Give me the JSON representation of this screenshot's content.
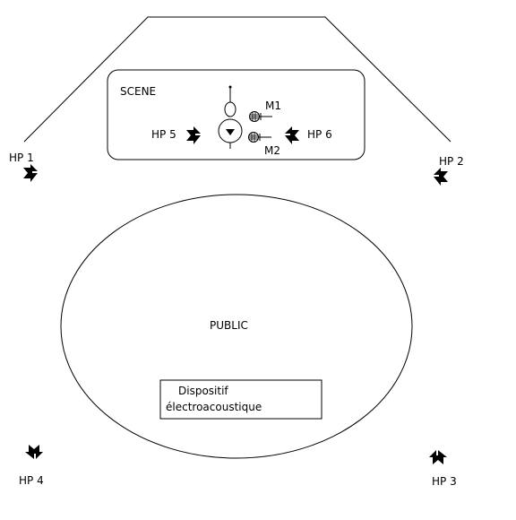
{
  "stage": {
    "label": "SCENE"
  },
  "audience": {
    "label": "PUBLIC"
  },
  "device": {
    "line1": "Dispositif",
    "line2": "électroacoustique"
  },
  "microphones": [
    {
      "id": "m1",
      "label": "M1"
    },
    {
      "id": "m2",
      "label": "M2"
    }
  ],
  "speakers": [
    {
      "id": "hp1",
      "label": "HP 1"
    },
    {
      "id": "hp2",
      "label": "HP 2"
    },
    {
      "id": "hp3",
      "label": "HP 3"
    },
    {
      "id": "hp4",
      "label": "HP 4"
    },
    {
      "id": "hp5",
      "label": "HP 5"
    },
    {
      "id": "hp6",
      "label": "HP 6"
    }
  ],
  "colors": {
    "ink": "#000000",
    "background": "#ffffff"
  }
}
